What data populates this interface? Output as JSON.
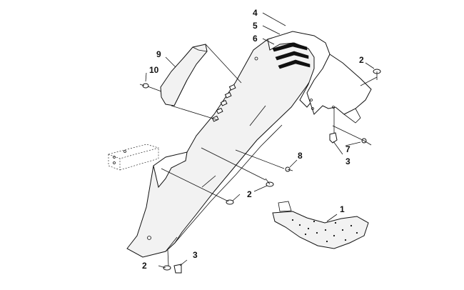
{
  "callouts": {
    "c1": "1",
    "c2a": "2",
    "c2b": "2",
    "c2c": "2",
    "c3a": "3",
    "c3b": "3",
    "c4": "4",
    "c5": "5",
    "c6": "6",
    "c7": "7",
    "c8": "8",
    "c9": "9",
    "c10": "10"
  }
}
